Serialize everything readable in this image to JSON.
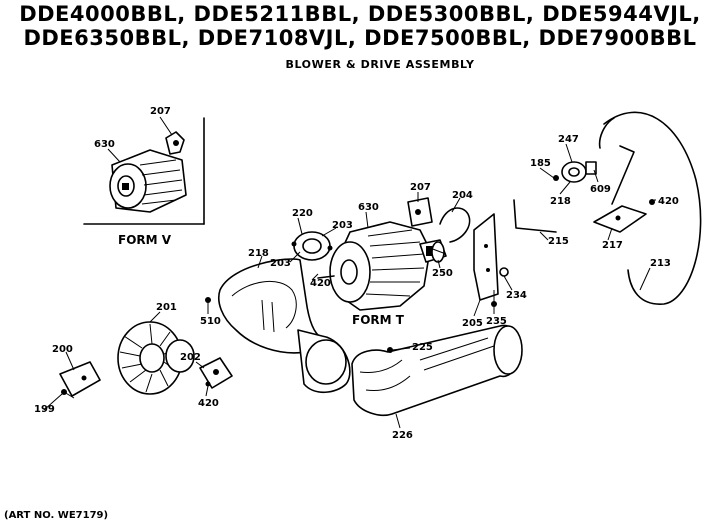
{
  "header": {
    "title_line_1": "DDE4000BBL, DDE5211BBL, DDE5300BBL, DDE5944VJL,",
    "title_line_2": "DDE6350BBL, DDE7108VJL, DDE7500BBL, DDE7900BBL",
    "subtitle": "BLOWER & DRIVE ASSEMBLY"
  },
  "footer": {
    "art_number": "(ART NO. WE7179)"
  },
  "form_labels": {
    "form_v": "FORM V",
    "form_t": "FORM T"
  },
  "callouts": {
    "c207a": "207",
    "c630a": "630",
    "c220": "220",
    "c203a": "203",
    "c630b": "630",
    "c207b": "207",
    "c204": "204",
    "c218a": "218",
    "c203b": "203",
    "c420a": "420",
    "c250": "250",
    "c234": "234",
    "c205": "205",
    "c235": "235",
    "c201": "201",
    "c510": "510",
    "c200": "200",
    "c202": "202",
    "c420b": "420",
    "c199": "199",
    "c225": "225",
    "c226": "226",
    "c215": "215",
    "c247": "247",
    "c185": "185",
    "c609": "609",
    "c218b": "218",
    "c420c": "420",
    "c217": "217",
    "c213": "213"
  }
}
